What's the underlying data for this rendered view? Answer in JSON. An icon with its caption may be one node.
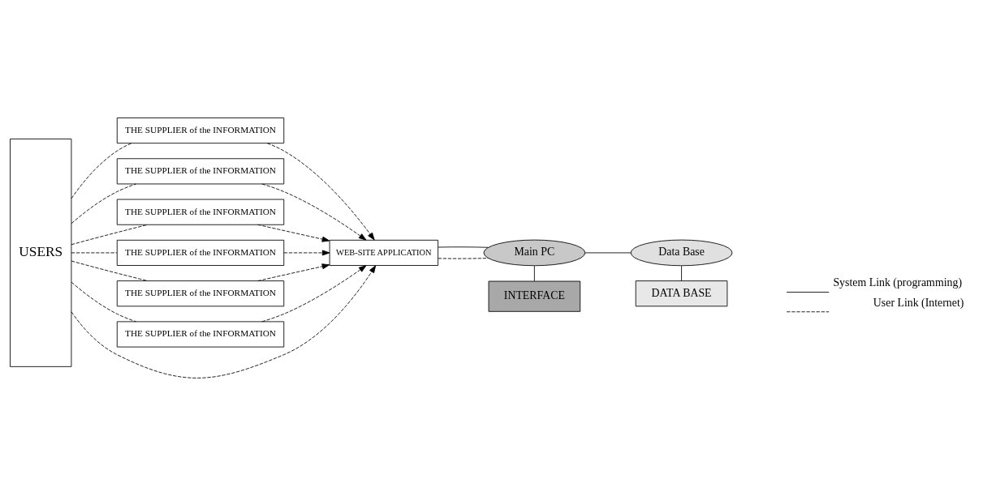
{
  "diagram": {
    "nodes": [
      {
        "text": [
          "USERS"
        ]
      },
      {
        "text": [
          "THE SUPPLIER of the INFORMATION"
        ]
      },
      {
        "text": [
          "THE SUPPLIER of the INFORMATION"
        ]
      },
      {
        "text": [
          "THE SUPPLIER of the INFORMATION"
        ]
      },
      {
        "text": [
          "THE SUPPLIER of the INFORMATION"
        ]
      },
      {
        "text": [
          "THE SUPPLIER of the INFORMATION"
        ]
      },
      {
        "text": [
          "THE SUPPLIER of the INFORMATION"
        ]
      },
      {
        "text": [
          "WEB-SITE APPLICATION"
        ]
      },
      {
        "text": [
          "Main PC"
        ]
      },
      {
        "text": [
          "INTERFACE"
        ]
      },
      {
        "text": [
          "Data Base"
        ]
      },
      {
        "text": [
          "DATA BASE"
        ]
      }
    ],
    "edges": [
      {
        "from": 0,
        "to": 7,
        "arrow": "to",
        "style": "dashed"
      },
      {
        "from": 0,
        "to": 1,
        "arrow": "none",
        "style": "dashed"
      },
      {
        "from": 0,
        "to": 2,
        "arrow": "none",
        "style": "dashed"
      },
      {
        "from": 0,
        "to": 3,
        "arrow": "none",
        "style": "dashed"
      },
      {
        "from": 0,
        "to": 4,
        "arrow": "none",
        "style": "dashed"
      },
      {
        "from": 0,
        "to": 5,
        "arrow": "none",
        "style": "dashed"
      },
      {
        "from": 0,
        "to": 6,
        "arrow": "none",
        "style": "dashed"
      },
      {
        "from": 1,
        "to": 7,
        "arrow": "to",
        "style": "dashed"
      },
      {
        "from": 2,
        "to": 7,
        "arrow": "to",
        "style": "dashed"
      },
      {
        "from": 3,
        "to": 7,
        "arrow": "to",
        "style": "dashed"
      },
      {
        "from": 4,
        "to": 7,
        "arrow": "to",
        "style": "dashed"
      },
      {
        "from": 5,
        "to": 7,
        "arrow": "to",
        "style": "dashed"
      },
      {
        "from": 6,
        "to": 7,
        "arrow": "to",
        "style": "dashed"
      },
      {
        "from": 7,
        "to": 8,
        "arrow": "none",
        "style": "dashed"
      },
      {
        "from": 7,
        "to": 8,
        "arrow": "none"
      },
      {
        "from": 8,
        "to": 9,
        "arrow": "none"
      },
      {
        "from": 8,
        "to": 10,
        "arrow": "none"
      },
      {
        "from": 10,
        "to": 11,
        "arrow": "none"
      }
    ],
    "legend": [
      {
        "text": "System Link (programming)"
      },
      {
        "text": "User Link (Internet)"
      }
    ]
  }
}
